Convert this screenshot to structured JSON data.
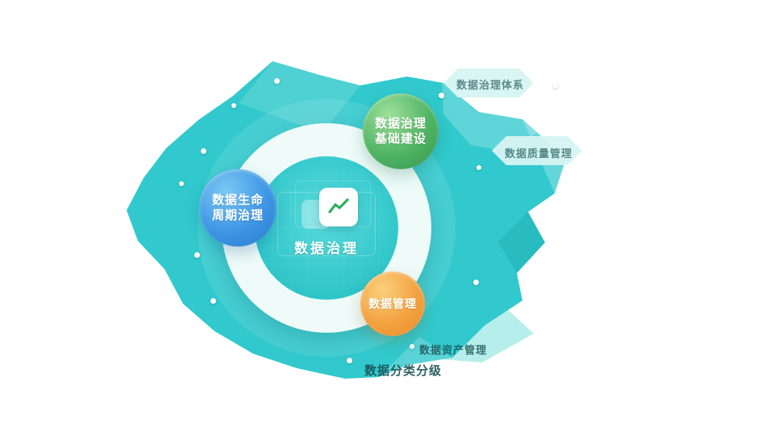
{
  "diagram": {
    "center": {
      "label": "数据治理",
      "icon": "line-chart-icon"
    },
    "nodes": {
      "infrastructure": {
        "line1": "数据治理",
        "line2": "基础建设"
      },
      "lifecycle": {
        "line1": "数据生命",
        "line2": "周期治理"
      },
      "management": {
        "line1": "数据管理"
      }
    },
    "background_labels": {
      "top": "数据治理体系",
      "right": "数据质量管理",
      "bottom_right": "数据资产管理",
      "bottom": "数据分类分级"
    },
    "colors": {
      "teal_base": "#31c9cd",
      "ring_light": "#eefbf8",
      "node_green": "#4fb463",
      "node_blue": "#3e96e4",
      "node_orange": "#f3a140",
      "chart_line_green": "#2fae62"
    }
  }
}
